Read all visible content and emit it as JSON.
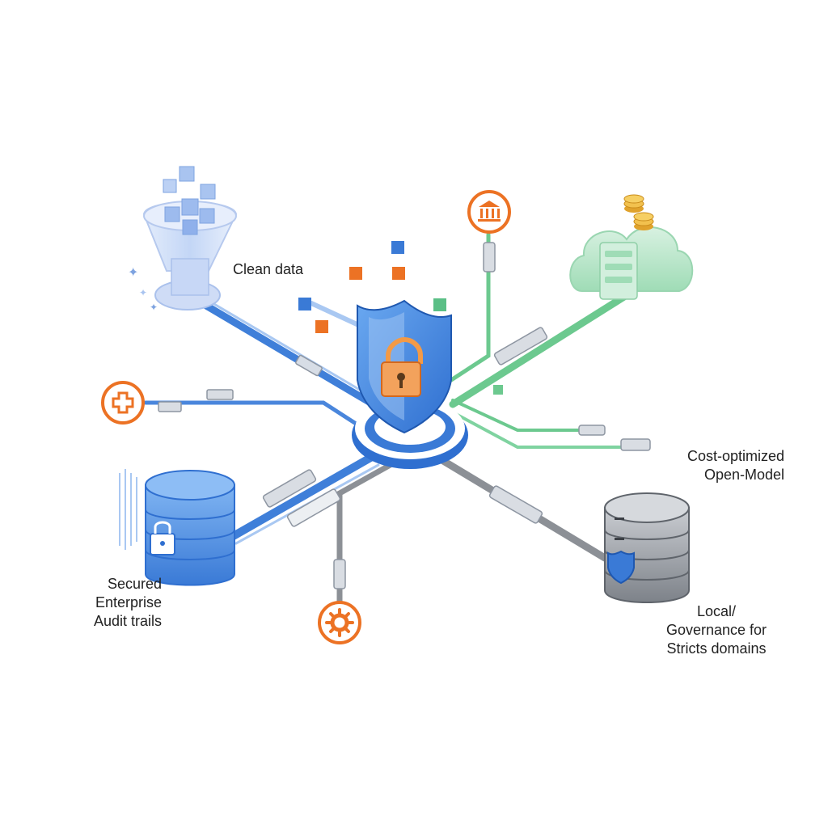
{
  "labels": {
    "clean_data": "Clean data",
    "cost_optimized": [
      "Cost-optimized",
      "Open-Model"
    ],
    "secured": [
      "Secured",
      "Enterprise",
      "Audit trails"
    ],
    "local_governance": [
      "Local/",
      "Governance for",
      "Stricts domains"
    ]
  },
  "icons": {
    "hub": "shield-lock-icon",
    "funnel": "data-funnel-icon",
    "cloud": "cloud-server-coins-icon",
    "secure_server": "locked-server-icon",
    "local_server": "shielded-server-icon",
    "bank": "bank-icon",
    "medical": "medical-cross-icon",
    "settings": "gear-icon"
  },
  "colors": {
    "blue": "#3b7dd8",
    "light_blue": "#a9c8f2",
    "green": "#6cc98f",
    "gray": "#8c9096",
    "orange": "#ec7224"
  }
}
